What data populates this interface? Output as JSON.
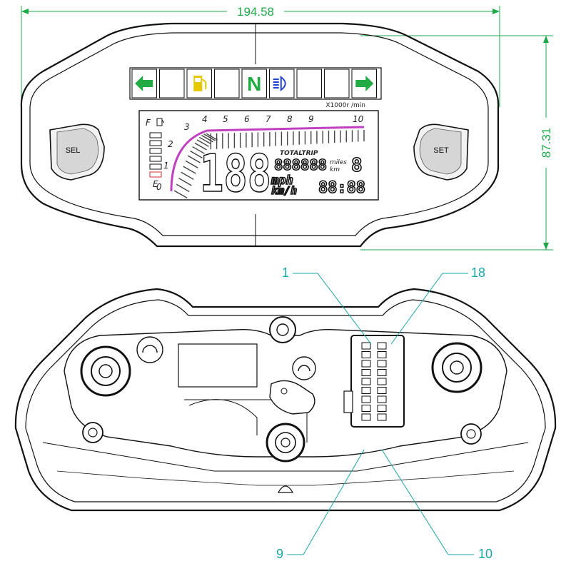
{
  "dimensions": {
    "width": "194.58",
    "height": "87.31"
  },
  "indicators": [
    {
      "name": "left-turn",
      "icon": "arrow-left-icon",
      "color": "#22aa44"
    },
    {
      "name": "blank-1",
      "icon": "",
      "color": ""
    },
    {
      "name": "fuel",
      "icon": "fuel-pump-icon",
      "color": "#e6c800"
    },
    {
      "name": "blank-2",
      "icon": "",
      "color": ""
    },
    {
      "name": "neutral",
      "icon": "neutral-icon",
      "label": "N",
      "color": "#22aa44"
    },
    {
      "name": "high-beam",
      "icon": "high-beam-icon",
      "color": "#2244cc"
    },
    {
      "name": "blank-3",
      "icon": "",
      "color": ""
    },
    {
      "name": "blank-4",
      "icon": "",
      "color": ""
    },
    {
      "name": "right-turn",
      "icon": "arrow-right-icon",
      "color": "#22aa44"
    }
  ],
  "buttons": {
    "left": "SEL",
    "right": "SET"
  },
  "lcd": {
    "rpm_unit": "X1000r /min",
    "rpm_ticks": [
      "3",
      "4",
      "5",
      "6",
      "7",
      "8",
      "9",
      "10"
    ],
    "gear_scale": [
      "0",
      "1",
      "2"
    ],
    "fuel_labels": {
      "full": "F",
      "empty": "E"
    },
    "speed_digits": "188",
    "trip_label": "TOTALTRIP",
    "odometer": "888888",
    "odo_unit_miles": "miles",
    "odo_unit_km": "km",
    "gear_digit": "8",
    "speed_unit_mph": "mph",
    "speed_unit_kmh": "km/h",
    "clock": "88:88"
  },
  "callouts": [
    "1",
    "18",
    "9",
    "10"
  ],
  "colors": {
    "dimension": "#1fa84a",
    "callout": "#1aa6a6",
    "rpm_bar": "#c040c0"
  }
}
